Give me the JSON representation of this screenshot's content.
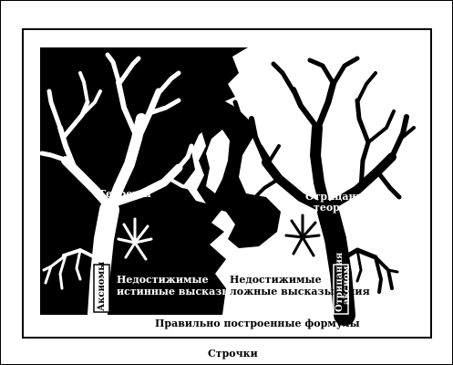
{
  "labels": {
    "theorems": "Теоремы",
    "axioms": "Аксиомы",
    "unreachable_true_line1": "Недостижимые",
    "unreachable_true_line2": "истинные высказывания",
    "unreachable_false_line1": "Недостижимые",
    "unreachable_false_line2": "ложные высказывания",
    "negations_line1": "Отрицания",
    "negations_line2": "теорем",
    "negated_axioms_line1": "Отрицания",
    "negated_axioms_line2": "аксиом",
    "well_formed_formulas": "Правильно построенные формулы",
    "strings": "Строчки"
  },
  "colors": {
    "ink": "#000000",
    "paper": "#ffffff"
  }
}
